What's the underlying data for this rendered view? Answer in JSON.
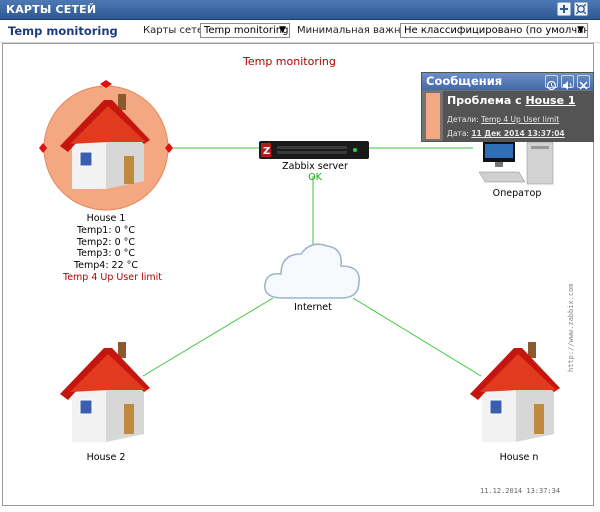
{
  "window": {
    "title": "КАРТЫ СЕТЕЙ"
  },
  "header": {
    "map_title": "Temp monitoring",
    "maps_label": "Карты сетей",
    "maps_selected": "Temp monitoring",
    "severity_label": "Минимальная важность",
    "severity_selected": "Не классифицировано (по умолчанию)"
  },
  "map": {
    "title": "Temp monitoring",
    "nodes": {
      "house1": {
        "name": "House 1",
        "lines": [
          "Temp1: 0 °C",
          "Temp2: 0 °C",
          "Temp3: 0 °C",
          "Temp4: 22 °C"
        ],
        "problem": "Temp 4 Up User limit"
      },
      "server": {
        "name": "Zabbix server",
        "status": "OK"
      },
      "operator": {
        "name": "Оператор"
      },
      "internet": {
        "name": "Internet"
      },
      "house2": {
        "name": "House 2"
      },
      "housen": {
        "name": "House n"
      }
    },
    "watermark": "http://www.zabbix.com",
    "timestamp": "11.12.2014 13:37:34"
  },
  "messages": {
    "title": "Сообщения",
    "problem_prefix": "Проблема с",
    "problem_host": "House 1",
    "details_label": "Детали:",
    "details_value": "Temp 4 Up User limit",
    "date_label": "Дата:",
    "date_value": "11 Дек 2014 13:37:04"
  },
  "colors": {
    "titlebar": "#3a65a3",
    "link_green": "#3cc83c",
    "problem_red": "#b80000",
    "ok_green": "#14a514",
    "highlight_orange": "#f4a882"
  }
}
